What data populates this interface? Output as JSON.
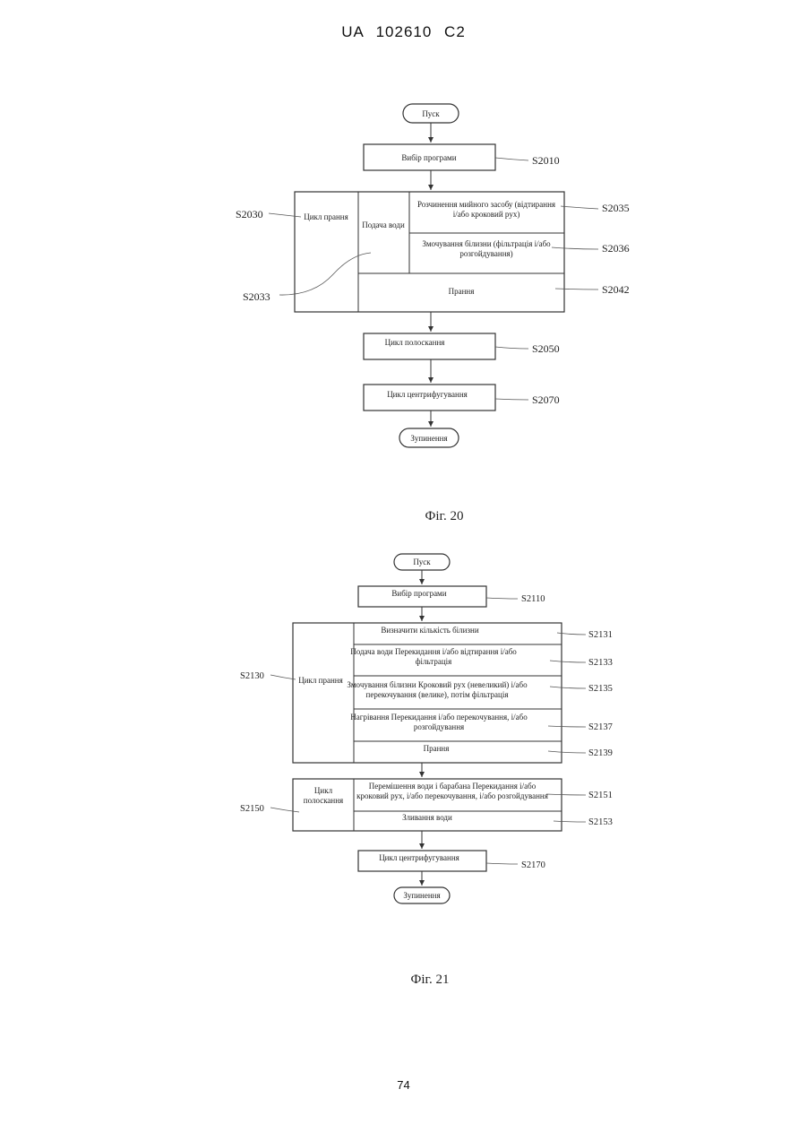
{
  "header": {
    "text": "UA 102610 C2"
  },
  "page_number": "74",
  "fig20": {
    "caption": "Фіг. 20",
    "start": "Пуск",
    "stop": "Зупинення",
    "program_select": "Вибір програми",
    "wash_cycle": "Цикл прання",
    "water_supply": "Подача води",
    "dissolve_line1": "Розчинення мийного засобу (відтирання",
    "dissolve_line2": "і/або кроковий рух)",
    "soak_line1": "Змочування білизни (фільтрація і/або",
    "soak_line2": "розгойдування)",
    "washing": "Прання",
    "rinse_cycle": "Цикл полоскання",
    "spin_cycle": "Цикл центрифугування",
    "ids": {
      "s2010": "S2010",
      "s2030": "S2030",
      "s2033": "S2033",
      "s2035": "S2035",
      "s2036": "S2036",
      "s2042": "S2042",
      "s2050": "S2050",
      "s2070": "S2070"
    }
  },
  "fig21": {
    "caption": "Фіг. 21",
    "start": "Пуск",
    "stop": "Зупинення",
    "program_select": "Вибір програми",
    "wash_cycle": "Цикл прання",
    "determine_load": "Визначити кількість білизни",
    "water_line1": "Подача води Перекидання і/або відтирання і/або",
    "water_line2": "фільтрація",
    "soak_line1": "Змочування білизни Кроковий рух (невеликий) і/або",
    "soak_line2": "перекочування (велике), потім фільтрація",
    "heat_line1": "Нагрівання Перекидання і/або перекочування, і/або",
    "heat_line2": "розгойдування",
    "washing": "Прання",
    "rinse_line1": "Цикл",
    "rinse_line2": "полоскання",
    "mix_line1": "Перемішення води і барабана Перекидання і/або",
    "mix_line2": "кроковий рух, і/або перекочування, і/або розгойдування",
    "drain": "Зливання води",
    "spin_cycle": "Цикл центрифугування",
    "ids": {
      "s2110": "S2110",
      "s2130": "S2130",
      "s2131": "S2131",
      "s2133": "S2133",
      "s2135": "S2135",
      "s2137": "S2137",
      "s2139": "S2139",
      "s2150": "S2150",
      "s2151": "S2151",
      "s2153": "S2153",
      "s2170": "S2170"
    }
  }
}
